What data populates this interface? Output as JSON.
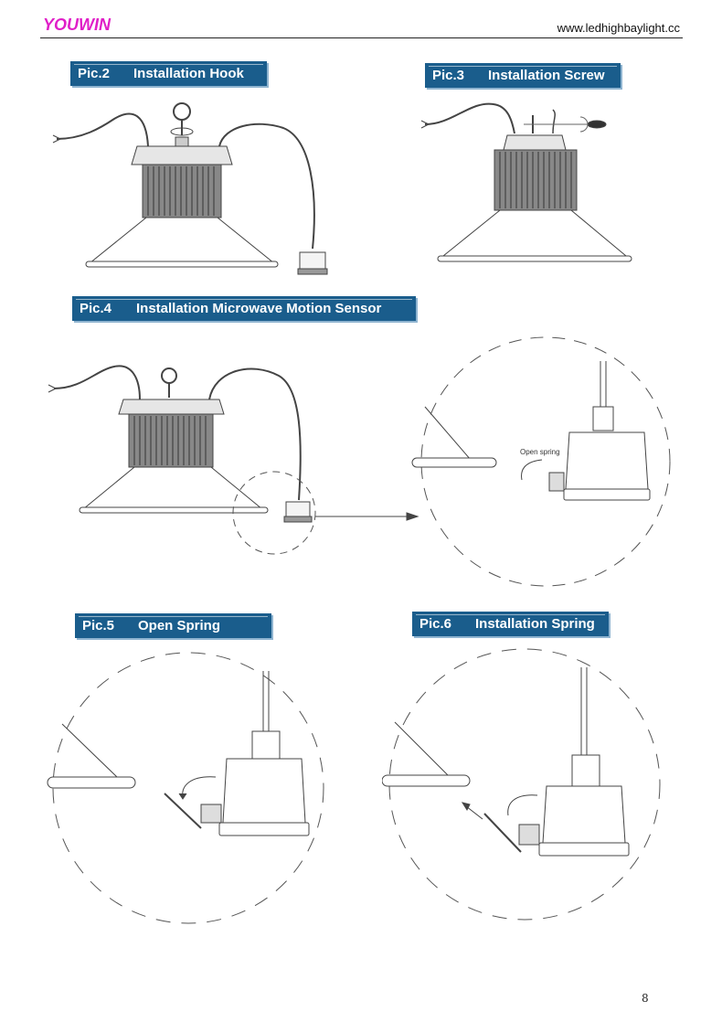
{
  "header": {
    "brand": "YOUWIN",
    "website": "www.ledhighbaylight.cc"
  },
  "figures": [
    {
      "number": "Pic.2",
      "title": "Installation Hook"
    },
    {
      "number": "Pic.3",
      "title": "Installation Screw"
    },
    {
      "number": "Pic.4",
      "title": "Installation Microwave Motion Sensor"
    },
    {
      "number": "Pic.5",
      "title": "Open Spring"
    },
    {
      "number": "Pic.6",
      "title": "Installation Spring"
    }
  ],
  "annotations": {
    "open_spring": "Open spring"
  },
  "footer": {
    "page_number": "8"
  },
  "colors": {
    "brand": "#e01fc8",
    "label_background": "#1a5d8c"
  }
}
